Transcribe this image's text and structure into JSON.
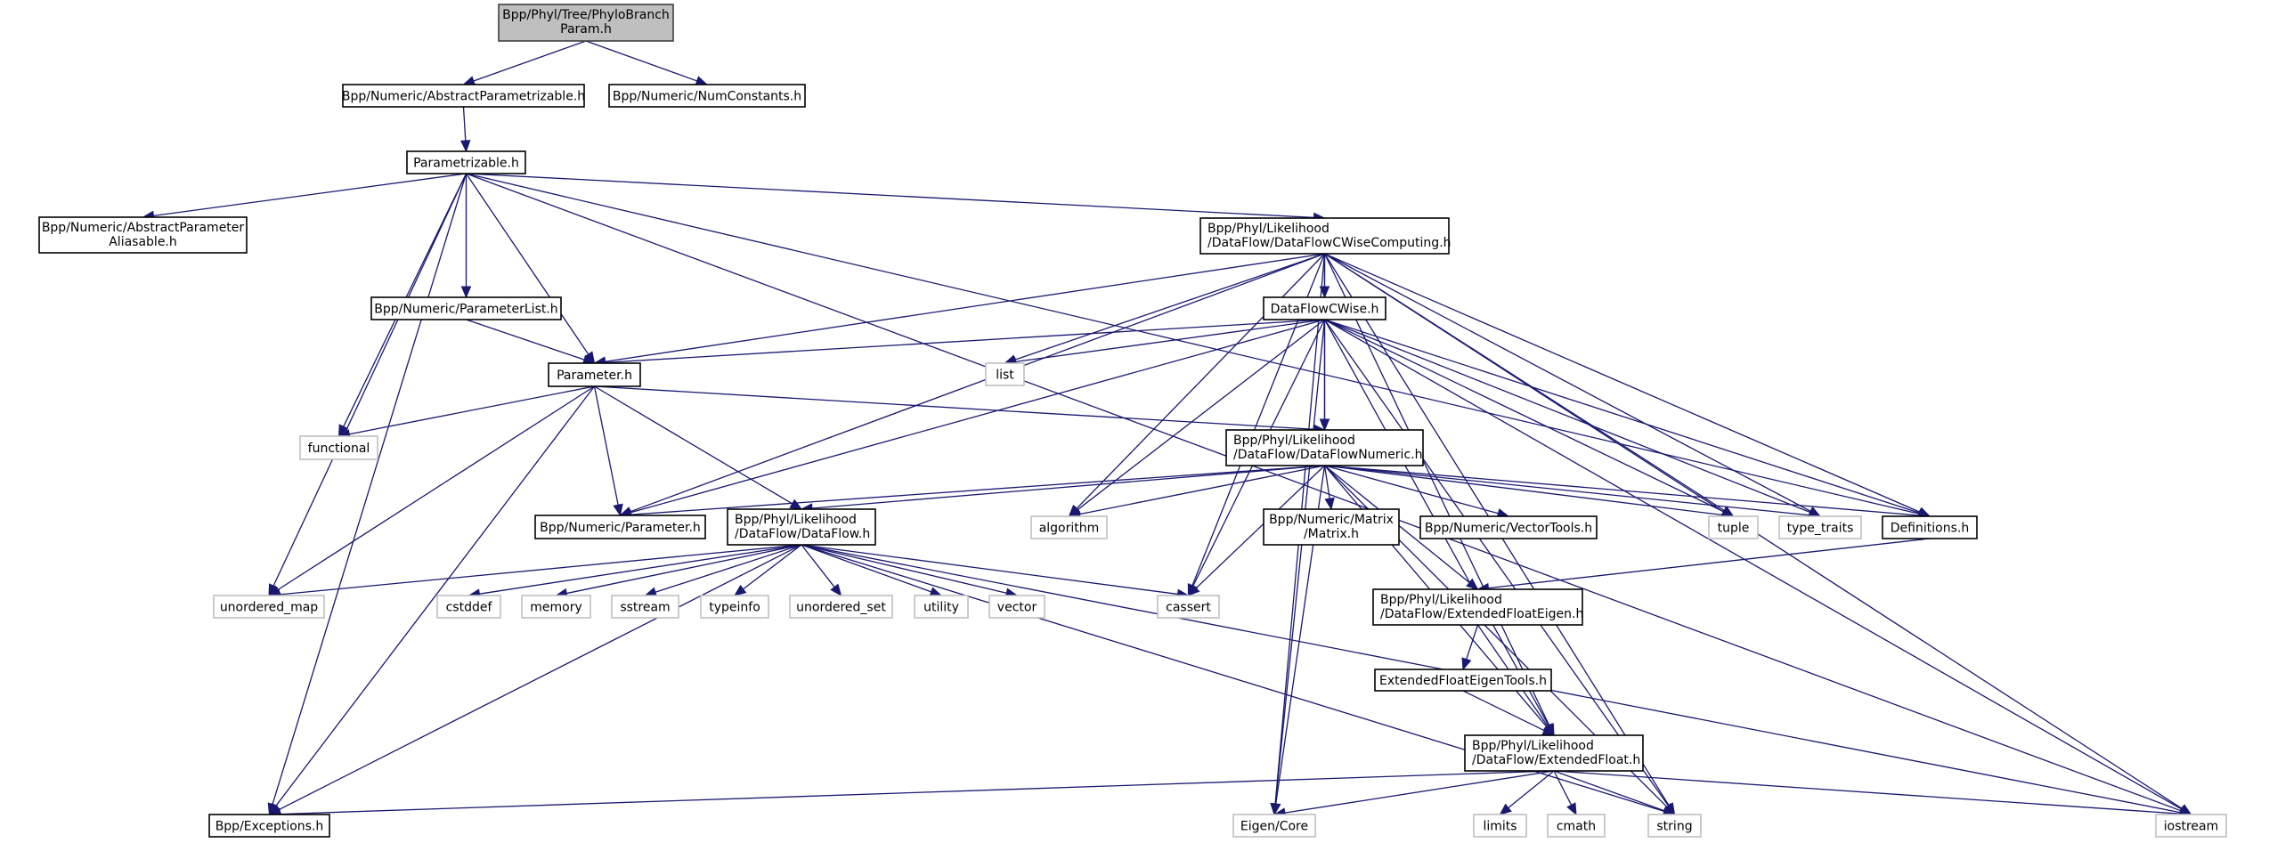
{
  "diagram": {
    "type": "include-dependency-graph",
    "root": "root",
    "colors": {
      "edge": "#191970",
      "root_fill": "#bfbfbf",
      "local_border": "#000000",
      "system_border": "#bfbfbf"
    },
    "nodes": [
      {
        "id": "root",
        "lines": [
          "Bpp/Phyl/Tree/PhyloBranch",
          "Param.h"
        ],
        "kind": "root"
      },
      {
        "id": "absParametrizable",
        "lines": [
          "Bpp/Numeric/AbstractParametrizable.h"
        ],
        "kind": "local"
      },
      {
        "id": "numConstants",
        "lines": [
          "Bpp/Numeric/NumConstants.h"
        ],
        "kind": "local"
      },
      {
        "id": "parametrizable",
        "lines": [
          "Parametrizable.h"
        ],
        "kind": "local"
      },
      {
        "id": "absParamAliasable",
        "lines": [
          "Bpp/Numeric/AbstractParameter",
          "Aliasable.h"
        ],
        "kind": "local"
      },
      {
        "id": "dfcwComputing",
        "lines": [
          "Bpp/Phyl/Likelihood",
          "/DataFlow/DataFlowCWiseComputing.h"
        ],
        "kind": "local"
      },
      {
        "id": "parameterList",
        "lines": [
          "Bpp/Numeric/ParameterList.h"
        ],
        "kind": "local"
      },
      {
        "id": "dfcwise",
        "lines": [
          "DataFlowCWise.h"
        ],
        "kind": "local"
      },
      {
        "id": "parameterH",
        "lines": [
          "Parameter.h"
        ],
        "kind": "local"
      },
      {
        "id": "list",
        "lines": [
          "list"
        ],
        "kind": "system"
      },
      {
        "id": "functional",
        "lines": [
          "functional"
        ],
        "kind": "system"
      },
      {
        "id": "dfNumeric",
        "lines": [
          "Bpp/Phyl/Likelihood",
          "/DataFlow/DataFlowNumeric.h"
        ],
        "kind": "local"
      },
      {
        "id": "numParameter",
        "lines": [
          "Bpp/Numeric/Parameter.h"
        ],
        "kind": "local"
      },
      {
        "id": "dataflow",
        "lines": [
          "Bpp/Phyl/Likelihood",
          "/DataFlow/DataFlow.h"
        ],
        "kind": "local"
      },
      {
        "id": "algorithm",
        "lines": [
          "algorithm"
        ],
        "kind": "system"
      },
      {
        "id": "matrix",
        "lines": [
          "Bpp/Numeric/Matrix",
          "/Matrix.h"
        ],
        "kind": "local"
      },
      {
        "id": "vectorTools",
        "lines": [
          "Bpp/Numeric/VectorTools.h"
        ],
        "kind": "local"
      },
      {
        "id": "tuple",
        "lines": [
          "tuple"
        ],
        "kind": "system"
      },
      {
        "id": "typeTraits",
        "lines": [
          "type_traits"
        ],
        "kind": "system"
      },
      {
        "id": "definitions",
        "lines": [
          "Definitions.h"
        ],
        "kind": "local"
      },
      {
        "id": "unorderedMap",
        "lines": [
          "unordered_map"
        ],
        "kind": "system"
      },
      {
        "id": "cstddef",
        "lines": [
          "cstddef"
        ],
        "kind": "system"
      },
      {
        "id": "memory",
        "lines": [
          "memory"
        ],
        "kind": "system"
      },
      {
        "id": "sstream",
        "lines": [
          "sstream"
        ],
        "kind": "system"
      },
      {
        "id": "typeinfo",
        "lines": [
          "typeinfo"
        ],
        "kind": "system"
      },
      {
        "id": "unorderedSet",
        "lines": [
          "unordered_set"
        ],
        "kind": "system"
      },
      {
        "id": "utility",
        "lines": [
          "utility"
        ],
        "kind": "system"
      },
      {
        "id": "vector",
        "lines": [
          "vector"
        ],
        "kind": "system"
      },
      {
        "id": "cassert",
        "lines": [
          "cassert"
        ],
        "kind": "system"
      },
      {
        "id": "efEigen",
        "lines": [
          "Bpp/Phyl/Likelihood",
          "/DataFlow/ExtendedFloatEigen.h"
        ],
        "kind": "local"
      },
      {
        "id": "efEigenTools",
        "lines": [
          "ExtendedFloatEigenTools.h"
        ],
        "kind": "local"
      },
      {
        "id": "extendedFloat",
        "lines": [
          "Bpp/Phyl/Likelihood",
          "/DataFlow/ExtendedFloat.h"
        ],
        "kind": "local"
      },
      {
        "id": "exceptions",
        "lines": [
          "Bpp/Exceptions.h"
        ],
        "kind": "local"
      },
      {
        "id": "eigenCore",
        "lines": [
          "Eigen/Core"
        ],
        "kind": "system"
      },
      {
        "id": "limits",
        "lines": [
          "limits"
        ],
        "kind": "system"
      },
      {
        "id": "cmath",
        "lines": [
          "cmath"
        ],
        "kind": "system"
      },
      {
        "id": "string",
        "lines": [
          "string"
        ],
        "kind": "system"
      },
      {
        "id": "iostream",
        "lines": [
          "iostream"
        ],
        "kind": "system"
      }
    ],
    "edges": [
      [
        "root",
        "absParametrizable"
      ],
      [
        "root",
        "numConstants"
      ],
      [
        "absParametrizable",
        "parametrizable"
      ],
      [
        "parametrizable",
        "absParamAliasable"
      ],
      [
        "parametrizable",
        "parameterList"
      ],
      [
        "parametrizable",
        "parameterH"
      ],
      [
        "parametrizable",
        "dfcwComputing"
      ],
      [
        "parametrizable",
        "functional"
      ],
      [
        "parametrizable",
        "unorderedMap"
      ],
      [
        "parametrizable",
        "exceptions"
      ],
      [
        "parametrizable",
        "definitions"
      ],
      [
        "parametrizable",
        "iostream"
      ],
      [
        "parameterList",
        "parameterH"
      ],
      [
        "parameterH",
        "functional"
      ],
      [
        "parameterH",
        "numParameter"
      ],
      [
        "parameterH",
        "dataflow"
      ],
      [
        "parameterH",
        "dfNumeric"
      ],
      [
        "parameterH",
        "unorderedMap"
      ],
      [
        "parameterH",
        "exceptions"
      ],
      [
        "dfcwComputing",
        "dfcwise"
      ],
      [
        "dfcwComputing",
        "parameterH"
      ],
      [
        "dfcwComputing",
        "numParameter"
      ],
      [
        "dfcwComputing",
        "list"
      ],
      [
        "dfcwComputing",
        "algorithm"
      ],
      [
        "dfcwComputing",
        "cassert"
      ],
      [
        "dfcwComputing",
        "dfNumeric"
      ],
      [
        "dfcwComputing",
        "tuple"
      ],
      [
        "dfcwComputing",
        "typeTraits"
      ],
      [
        "dfcwComputing",
        "definitions"
      ],
      [
        "dfcwComputing",
        "extendedFloat"
      ],
      [
        "dfcwComputing",
        "string"
      ],
      [
        "dfcwComputing",
        "iostream"
      ],
      [
        "dfcwComputing",
        "eigenCore"
      ],
      [
        "dfcwise",
        "parameterH"
      ],
      [
        "dfcwise",
        "list"
      ],
      [
        "dfcwise",
        "numParameter"
      ],
      [
        "dfcwise",
        "algorithm"
      ],
      [
        "dfcwise",
        "cassert"
      ],
      [
        "dfcwise",
        "dfNumeric"
      ],
      [
        "dfcwise",
        "eigenCore"
      ],
      [
        "dfcwise",
        "tuple"
      ],
      [
        "dfcwise",
        "typeTraits"
      ],
      [
        "dfcwise",
        "definitions"
      ],
      [
        "dfcwise",
        "extendedFloat"
      ],
      [
        "dfcwise",
        "string"
      ],
      [
        "dfcwise",
        "iostream"
      ],
      [
        "dfNumeric",
        "numParameter"
      ],
      [
        "dfNumeric",
        "dataflow"
      ],
      [
        "dfNumeric",
        "algorithm"
      ],
      [
        "dfNumeric",
        "matrix"
      ],
      [
        "dfNumeric",
        "vectorTools"
      ],
      [
        "dfNumeric",
        "tuple"
      ],
      [
        "dfNumeric",
        "typeTraits"
      ],
      [
        "dfNumeric",
        "definitions"
      ],
      [
        "dfNumeric",
        "cassert"
      ],
      [
        "dfNumeric",
        "efEigen"
      ],
      [
        "dfNumeric",
        "extendedFloat"
      ],
      [
        "dfNumeric",
        "eigenCore"
      ],
      [
        "dfNumeric",
        "string"
      ],
      [
        "dataflow",
        "unorderedMap"
      ],
      [
        "dataflow",
        "cstddef"
      ],
      [
        "dataflow",
        "memory"
      ],
      [
        "dataflow",
        "sstream"
      ],
      [
        "dataflow",
        "typeinfo"
      ],
      [
        "dataflow",
        "unorderedSet"
      ],
      [
        "dataflow",
        "utility"
      ],
      [
        "dataflow",
        "vector"
      ],
      [
        "dataflow",
        "cassert"
      ],
      [
        "dataflow",
        "exceptions"
      ],
      [
        "dataflow",
        "string"
      ],
      [
        "dataflow",
        "iostream"
      ],
      [
        "definitions",
        "efEigen"
      ],
      [
        "efEigen",
        "efEigenTools"
      ],
      [
        "efEigen",
        "extendedFloat"
      ],
      [
        "efEigenTools",
        "extendedFloat"
      ],
      [
        "extendedFloat",
        "exceptions"
      ],
      [
        "extendedFloat",
        "eigenCore"
      ],
      [
        "extendedFloat",
        "limits"
      ],
      [
        "extendedFloat",
        "cmath"
      ],
      [
        "extendedFloat",
        "string"
      ],
      [
        "extendedFloat",
        "iostream"
      ]
    ]
  }
}
